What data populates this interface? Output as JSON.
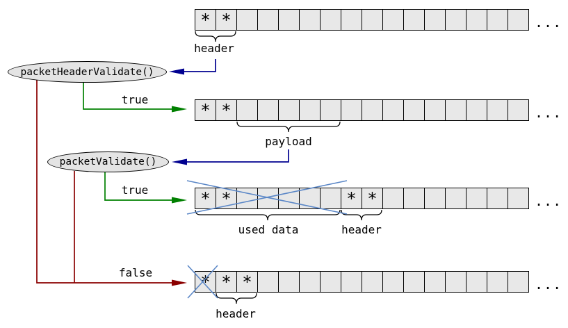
{
  "colors": {
    "arrow_blue": "#000090",
    "arrow_green": "#008000",
    "arrow_red": "#8b0000",
    "cross_blue": "#5b87c7",
    "cell_fill": "#e8e8e8",
    "node_fill": "#e4e4e4"
  },
  "nodes": {
    "header_validate": {
      "label": "packetHeaderValidate()"
    },
    "packet_validate": {
      "label": "packetValidate()"
    }
  },
  "labels": {
    "asterisk": "*",
    "ellipsis": "...",
    "row1_brace": "header",
    "row2_brace": "payload",
    "row3_brace_a": "used data",
    "row3_brace_b": "header",
    "row4_brace": "header",
    "edge_true_1": "true",
    "edge_true_2": "true",
    "edge_false": "false"
  },
  "rows": [
    {
      "cells": 16,
      "asterisks": [
        0,
        1
      ]
    },
    {
      "cells": 16,
      "asterisks": [
        0,
        1
      ]
    },
    {
      "cells": 16,
      "asterisks": [
        0,
        1,
        7,
        8
      ]
    },
    {
      "cells": 16,
      "asterisks": [
        0,
        1,
        2
      ]
    }
  ]
}
